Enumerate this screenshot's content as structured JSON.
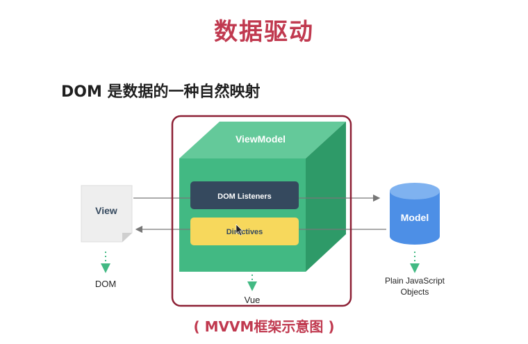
{
  "title": "数据驱动",
  "subtitle": "DOM 是数据的一种自然映射",
  "diagram": {
    "viewmodel_label": "ViewModel",
    "dom_listeners_label": "DOM Listeners",
    "directives_label": "Directives",
    "view_label": "View",
    "model_label": "Model",
    "dom_label": "DOM",
    "vue_label": "Vue",
    "plain_objects_line1": "Plain JavaScript",
    "plain_objects_line2": "Objects"
  },
  "caption": "( MVVM框架示意图 )",
  "colors": {
    "title": "#c0394f",
    "cube_front": "#42b983",
    "cube_top": "#64c99a",
    "cube_side": "#2e9a68",
    "dom_listeners_box": "#35495e",
    "directives_box": "#f7d85c",
    "model_cylinder": "#4d8fe6",
    "highlight_frame": "#8c1f34"
  }
}
